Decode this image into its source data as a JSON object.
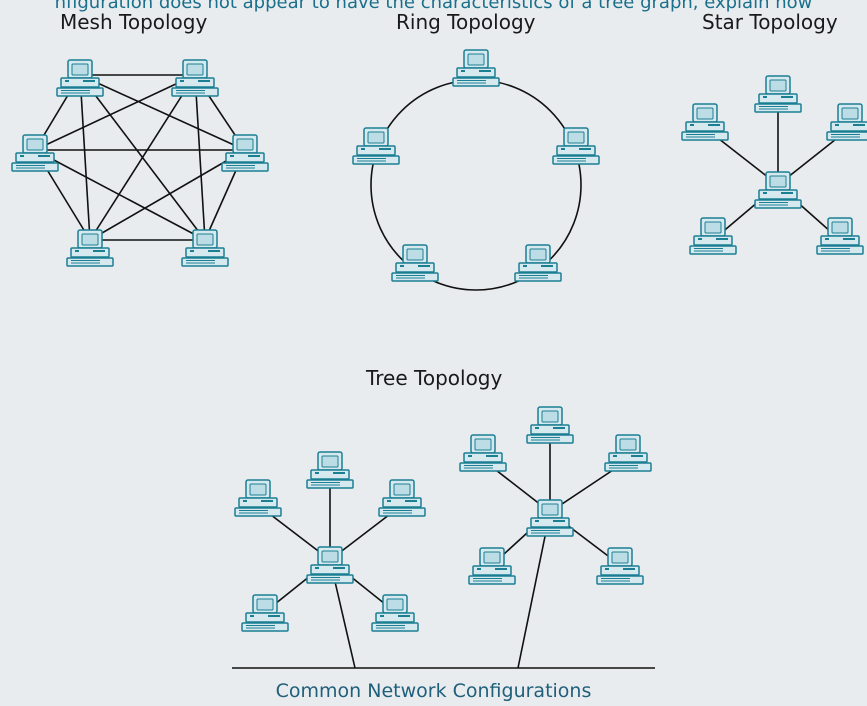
{
  "top_note": "nfiguration does not appear to have the characteristics of a tree graph, explain how",
  "titles": {
    "mesh": "Mesh Topology",
    "ring": "Ring Topology",
    "star": "Star Topology",
    "tree": "Tree Topology"
  },
  "caption": "Common Network Configurations",
  "colors": {
    "computer_fill": "#d6e9ef",
    "computer_stroke": "#1b7f93",
    "screen_fill": "#bcdde6",
    "link": "#111111",
    "background": "#e8ecef"
  },
  "icon": "desktop-computer-icon"
}
